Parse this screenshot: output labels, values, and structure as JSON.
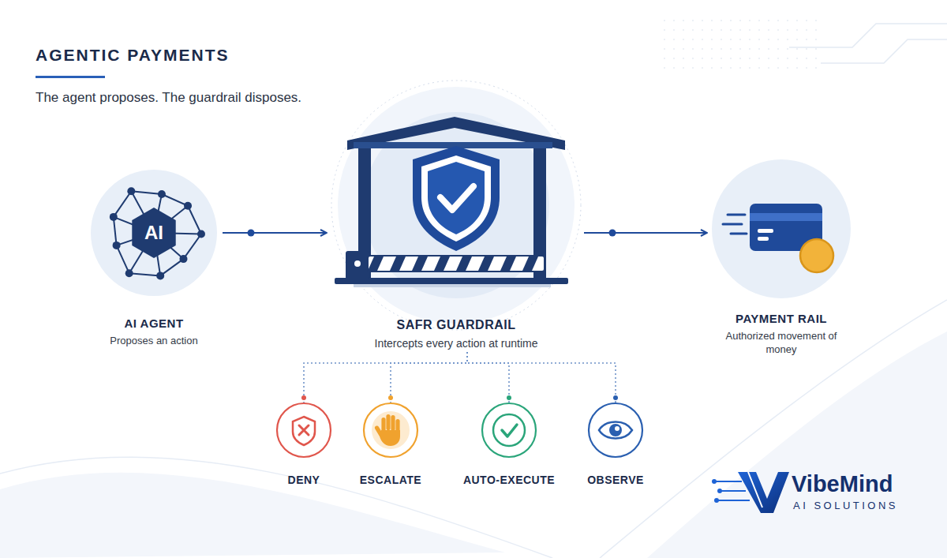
{
  "diagram": {
    "title": "AGENTIC PAYMENTS",
    "nodes": [
      {
        "text": [
          "AI",
          "AI AGENT",
          "Proposes an action"
        ]
      },
      {
        "text": [
          "SAFR GUARDRAIL",
          "Intercepts every action at runtime"
        ]
      },
      {
        "text": [
          "PAYMENT RAIL",
          "Authorized movement of money"
        ]
      },
      {
        "text": [
          "DENY"
        ]
      },
      {
        "text": [
          "ESCALATE"
        ]
      },
      {
        "text": [
          "AUTO-EXECUTE"
        ]
      },
      {
        "text": [
          "OBSERVE"
        ]
      }
    ],
    "edges": [
      {
        "from": 0,
        "to": 1,
        "arrow": "to"
      },
      {
        "from": 1,
        "to": 2,
        "arrow": "to"
      },
      {
        "from": 1,
        "to": 3,
        "arrow": "none"
      },
      {
        "from": 1,
        "to": 4,
        "arrow": "none"
      },
      {
        "from": 1,
        "to": 5,
        "arrow": "none"
      },
      {
        "from": 1,
        "to": 6,
        "arrow": "none"
      }
    ],
    "labels": [
      "The agent proposes. The guardrail disposes.",
      "€",
      "VibeMind",
      "AI SOLUTIONS"
    ]
  }
}
